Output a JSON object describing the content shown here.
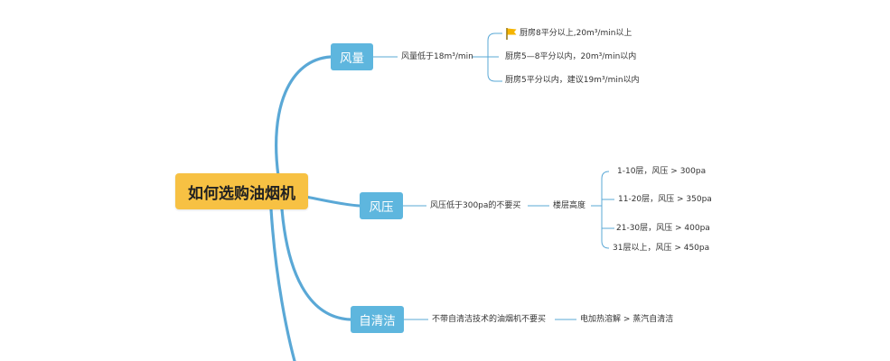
{
  "root": {
    "label": "如何选购油烟机"
  },
  "branches": [
    {
      "label": "风量",
      "detail": "风量低于18m³/min",
      "items": [
        "厨房8平分以上,20m³/min以上",
        "厨房5—8平分以内，20m³/min以内",
        "厨房5平分以内，建议19m³/min以内"
      ]
    },
    {
      "label": "风压",
      "detail": "风压低于300pa的不要买",
      "sub": "楼层高度",
      "items": [
        "1-10层，风压 > 300pa",
        "11-20层，风压 > 350pa",
        "21-30层，风压 > 400pa",
        "31层以上，风压 > 450pa"
      ]
    },
    {
      "label": "自清洁",
      "detail": "不带自清洁技术的油烟机不要买",
      "sub": "电加热溶解 > 蒸汽自清洁"
    }
  ],
  "colors": {
    "root": "#f7c143",
    "branch": "#5eb6de",
    "line": "#5aa8d6",
    "flag": "#f5b400"
  },
  "icons": {
    "priority_flag": "flag-icon"
  }
}
